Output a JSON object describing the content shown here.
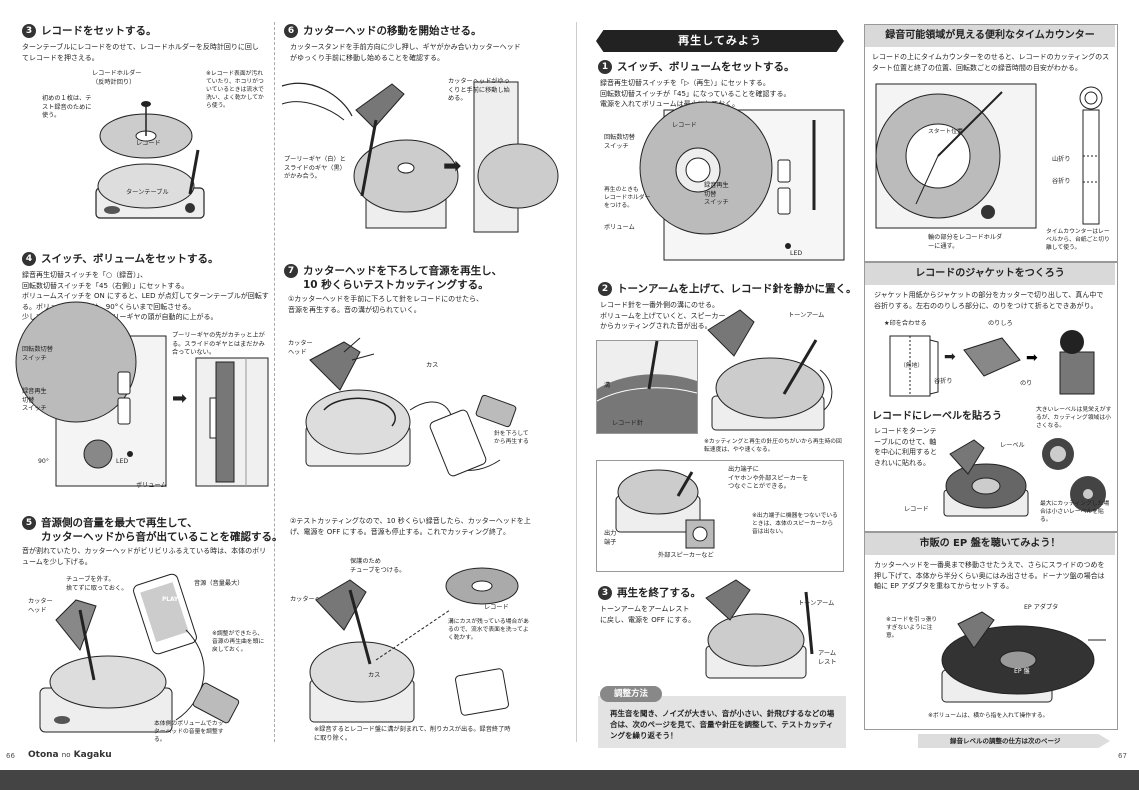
{
  "footer": {
    "page_left": "66",
    "page_right": "67",
    "brand_a": "Otona",
    "brand_b": "no",
    "brand_c": "Kagaku",
    "next_note": "録音レベルの調整の仕方は次のページ"
  },
  "s3": {
    "num": "3",
    "title": "レコードをセットする。",
    "body": "ターンテーブルにレコードをのせて、レコードホルダーを反時計回りに回してレコードを押さえる。",
    "holder": "レコードホルダー\n（反時計回り）",
    "note": "※レコード表面が汚れていたり、ホコリがついているときは流水で洗い、よく乾かしてから使う。",
    "first": "初めの１枚は、テスト録音のために使う。",
    "record": "レコード",
    "turntable": "ターンテーブル"
  },
  "s4": {
    "num": "4",
    "title": "スイッチ、ボリュームをセットする。",
    "body": "録音再生切替スイッチを「○（録音）」、\n回転数切替スイッチを「45（右側）」にセットする。\nボリュームスイッチを ON にすると、LED が点灯してターンテーブルが回転する。ボリュームつまみは、90°くらいまで回転させる。\n少しすると押しておいたプーリーギヤの頭が自動的に上がる。",
    "speed": "回転数切替\nスイッチ",
    "mode": "録音再生\n切替\nスイッチ",
    "pulley": "プーリーギヤの先がカチッと上がる。スライドのギヤとはまだかみ合っていない。",
    "deg": "90°",
    "led": "LED",
    "volume": "ボリューム"
  },
  "s5": {
    "num": "5",
    "title": "音源側の音量を最大で再生して、\nカッターヘッドから音が出ていることを確認する。",
    "body": "音が割れていたり、カッターヘッドがビリビリふるえている時は、本体のボリュームを少し下げる。",
    "tube": "チューブを外す。\n捨てずに取っておく。",
    "cutter": "カッター\nヘッド",
    "source": "音源（音量最大）",
    "adjust": "※調整ができたら、音源の再生曲を頭に戻しておく。",
    "volnote": "本体側のボリュームでカッターヘッドの音量を調整する。",
    "play": "PLAY"
  },
  "s6": {
    "num": "6",
    "title": "カッターヘッドの移動を開始させる。",
    "body": "カッタースタンドを手前方向に少し押し、ギヤがかみ合いカッターヘッドがゆっくり手前に移動し始めることを確認する。",
    "move": "カッターヘッドがゆっくりと手前に移動し始める。",
    "gear": "プーリーギヤ（白）とスライドのギヤ（黒）がかみ合う。"
  },
  "s7": {
    "num": "7",
    "title": "カッターヘッドを下ろして音源を再生し、\n10 秒くらいテストカッティングする。",
    "body1": "①カッターヘッドを手前に下ろして針をレコードにのせたら、\n音源を再生する。音の溝が切られていく。",
    "cutter": "カッター\nヘッド",
    "chip": "カス",
    "needle": "針を下ろしてから再生する",
    "body2": "②テストカッティングなので、10 秒くらい録音したら、カッターヘッドを上げ、電源を OFF にする。音源も停止する。これでカッティング終了。",
    "tube": "保護のため\nチューブをつける。",
    "cutter2": "カッターヘッド",
    "record": "レコード",
    "wash": "溝にカスが残っている場合があるので、流水で表面を洗ってよく乾かす。",
    "chip2": "カス",
    "bottom": "※録音するとレコード盤に溝が刻まれて、削りカスが出る。録音終了時に取り除く。"
  },
  "play": {
    "banner": "再生してみよう",
    "p1_num": "1",
    "p1_title": "スイッチ、ボリュームをセットする。",
    "p1_body": "録音再生切替スイッチを「▷（再生）」にセットする。\n回転数切替スイッチが「45」になっていることを確認する。\n電源を入れてボリュームは最小にしておく。",
    "record": "レコード",
    "speed": "回転数切替\nスイッチ",
    "holder": "再生のときも\nレコードホルダー\nをつける。",
    "mode": "録音再生\n切替\nスイッチ",
    "volume": "ボリューム",
    "led": "LED",
    "p2_num": "2",
    "p2_title": "トーンアームを上げて、レコード針を静かに置く。",
    "p2_body": "レコード針を一番外側の溝にのせる。\nボリュームを上げていくと、スピーカーからカッティングされた音が出る。",
    "groove": "溝",
    "needle": "レコード針",
    "tonearm": "トーンアーム",
    "speednote": "※カッティングと再生の針圧のちがいから再生時の回転速度は、やや速くなる。",
    "out_note": "出力端子に\nイヤホンや外部スピーカーを\nつなぐことができる。",
    "out_jack": "出力\n端子",
    "speaker": "外部スピーカーなど",
    "out_small": "※出力端子に機器をつないでいるときは、本体のスピーカーから音は出ない。",
    "p3_num": "3",
    "p3_title": "再生を終了する。",
    "p3_body": "トーンアームをアームレストに戻し、電源を OFF にする。",
    "tonearm2": "トーンアーム",
    "armrest": "アーム\nレスト",
    "adj_tag": "調整方法",
    "adj_body": "再生音を聞き、ノイズが大きい、音が小さい、針飛びするなどの場合は、次のページを見て、音量や針圧を調整して、テストカッティングを繰り返そう！"
  },
  "timer": {
    "header": "録音可能領域が見える便利なタイムカウンター",
    "body": "レコードの上にタイムカウンターをのせると、レコードのカッティングのスタート位置と終了の位置、回転数ごとの録音時間の目安がわかる。",
    "ring": "輪の部分をレコードホルダーに通す。",
    "mountain": "山折り",
    "valley": "谷折り",
    "note": "タイムカウンターはレーベルから、台紙ごと切り離して使う。",
    "start": "スタート位置"
  },
  "jacket": {
    "header": "レコードのジャケットをつくろう",
    "body": "ジャケット用紙からジャケットの部分をカッターで切り出して、真ん中で谷折りする。左右ののりしろ部分に、のりをつけて折るとできあがり。",
    "star": "★印を合わせる",
    "glue": "のりしろ",
    "plain": "（無地）",
    "valley": "谷折り",
    "glue2": "のり"
  },
  "label": {
    "title": "レコードにレーベルを貼ろう",
    "body": "レコードをターンテーブルにのせて、軸を中心に利用するときれいに貼れる。",
    "label": "レーベル",
    "record": "レコード",
    "big": "大きいレーベルは見栄えがするが、カッティング領域は小さくなる。",
    "small": "最大にカッティングした場合は小さいレーベルを貼る。"
  },
  "ep": {
    "header": "市販の EP 盤を聴いてみよう！",
    "body": "カッターヘッドを一番奥まで移動させたうえで、さらにスライドのつめを押し下げて、本体から半分くらい奥にはみ出させる。ドーナツ盤の場合は軸に EP アダプタを重ねてからセットする。",
    "adapter": "EP アダプタ",
    "cord": "※コードを引っ張りすぎないように注意。",
    "disc": "EP 盤",
    "volume": "※ボリュームは、横から指を入れて操作する。"
  }
}
